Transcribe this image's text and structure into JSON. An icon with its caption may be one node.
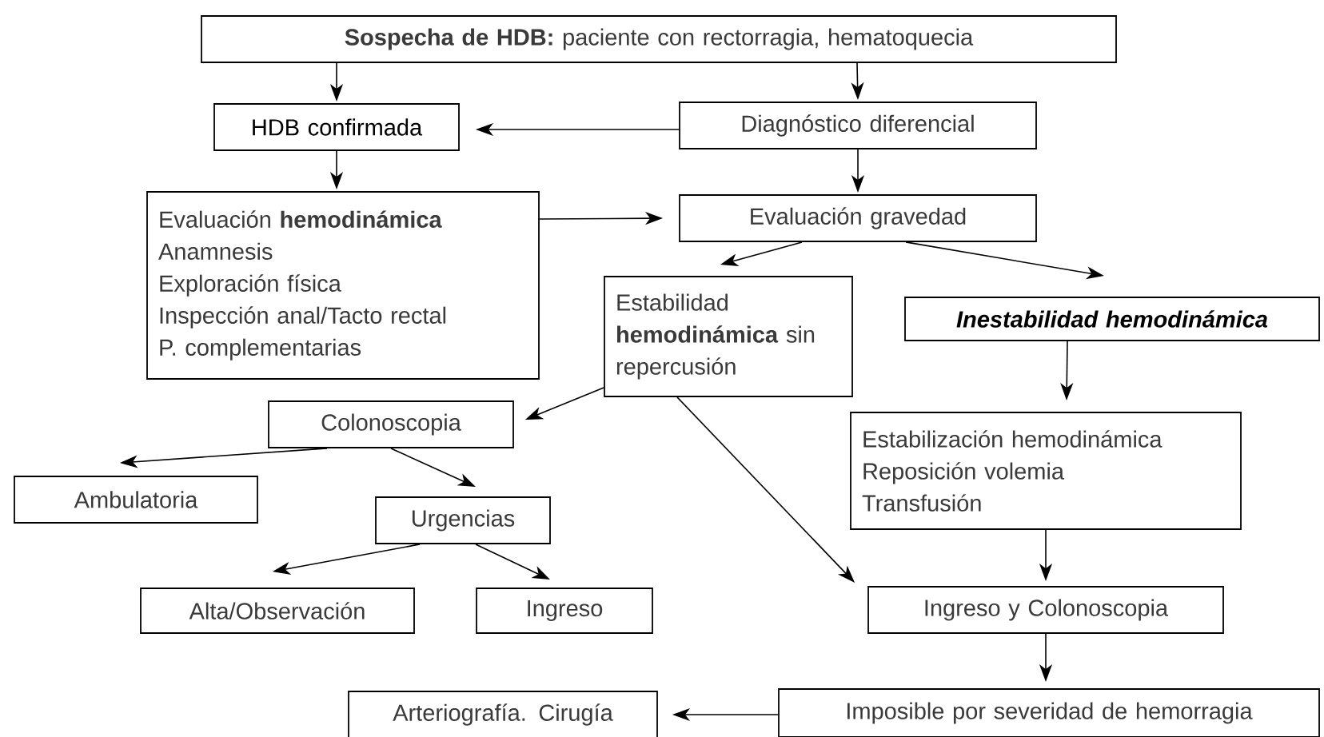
{
  "diagram": {
    "nodes": [
      {
        "text": [
          "**Sospecha de HDB:** paciente con rectorragia, hematoquecia"
        ]
      },
      {
        "text": [
          "HDB confirmada"
        ]
      },
      {
        "text": [
          "Diagnóstico diferencial"
        ]
      },
      {
        "text": [
          "Evaluación **hemodinámica**",
          "Anamnesis",
          "Exploración física",
          "Inspección anal/Tacto rectal",
          "P. complementarias"
        ]
      },
      {
        "text": [
          "Evaluación gravedad"
        ]
      },
      {
        "text": [
          "Estabilidad **hemodinámica** sin repercusión"
        ]
      },
      {
        "text": [
          "Inestabilidad hemodinámica"
        ]
      },
      {
        "text": [
          "Colonoscopia"
        ]
      },
      {
        "text": [
          "Estabilización hemodinámica",
          "Reposición volemia",
          "Transfusión"
        ]
      },
      {
        "text": [
          "Ambulatoria"
        ]
      },
      {
        "text": [
          "Urgencias"
        ]
      },
      {
        "text": [
          "Alta/Observación"
        ]
      },
      {
        "text": [
          "Ingreso"
        ]
      },
      {
        "text": [
          "Ingreso y Colonoscopia"
        ]
      },
      {
        "text": [
          "Arteriografía. Cirugía"
        ]
      },
      {
        "text": [
          "Imposible por severidad de hemorragia"
        ]
      }
    ],
    "edges": [
      {
        "from": 0,
        "to": 1,
        "arrow": "to"
      },
      {
        "from": 0,
        "to": 2,
        "arrow": "to"
      },
      {
        "from": 2,
        "to": 1,
        "arrow": "to"
      },
      {
        "from": 1,
        "to": 3,
        "arrow": "to"
      },
      {
        "from": 2,
        "to": 4,
        "arrow": "to"
      },
      {
        "from": 3,
        "to": 4,
        "arrow": "to"
      },
      {
        "from": 4,
        "to": 5,
        "arrow": "to"
      },
      {
        "from": 4,
        "to": 6,
        "arrow": "to"
      },
      {
        "from": 5,
        "to": 7,
        "arrow": "to"
      },
      {
        "from": 6,
        "to": 8,
        "arrow": "to"
      },
      {
        "from": 7,
        "to": 9,
        "arrow": "to"
      },
      {
        "from": 7,
        "to": 10,
        "arrow": "to"
      },
      {
        "from": 10,
        "to": 11,
        "arrow": "to"
      },
      {
        "from": 10,
        "to": 12,
        "arrow": "to"
      },
      {
        "from": 5,
        "to": 13,
        "arrow": "to"
      },
      {
        "from": 8,
        "to": 13,
        "arrow": "to"
      },
      {
        "from": 13,
        "to": 15,
        "arrow": "to"
      },
      {
        "from": 15,
        "to": 14,
        "arrow": "to"
      }
    ]
  }
}
